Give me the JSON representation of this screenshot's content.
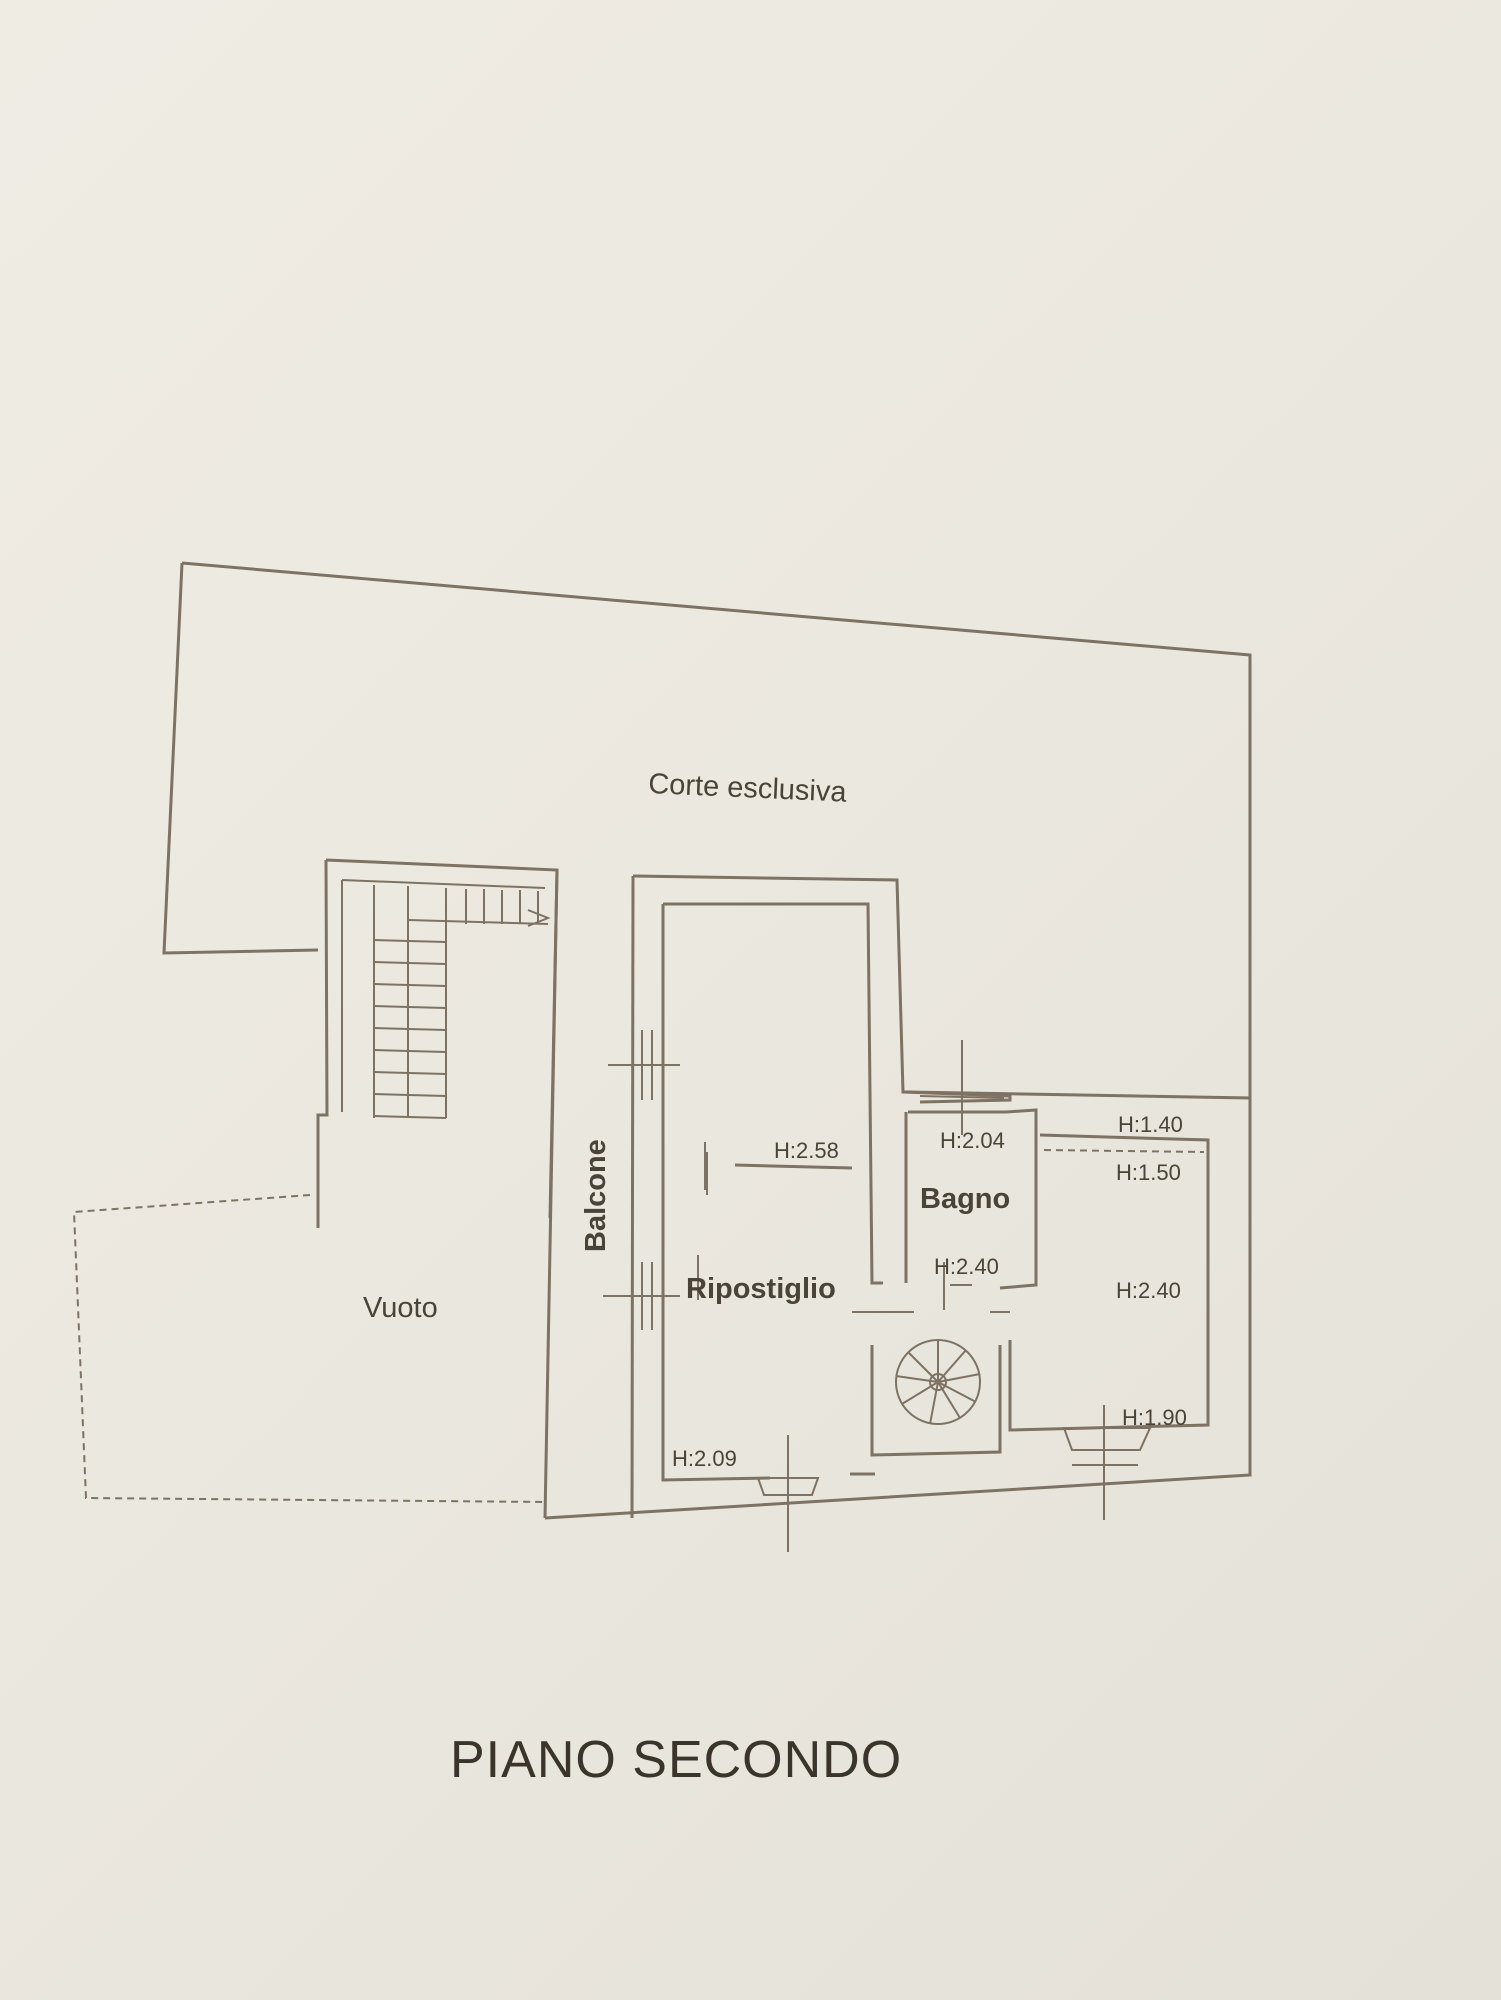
{
  "plan": {
    "title": "PIANO SECONDO",
    "rooms": {
      "corte": "Corte esclusiva",
      "balcone": "Balcone",
      "vuoto": "Vuoto",
      "ripostiglio": "Ripostiglio",
      "bagno": "Bagno"
    },
    "heights": {
      "h258": "H:2.58",
      "h204": "H:2.04",
      "h240_bagno": "H:2.40",
      "h140": "H:1.40",
      "h150": "H:1.50",
      "h240_right": "H:2.40",
      "h190": "H:1.90",
      "h209": "H:2.09"
    },
    "colors": {
      "ink": "#7d7263",
      "paper": "#ece9e1",
      "text": "#4a4338"
    }
  }
}
